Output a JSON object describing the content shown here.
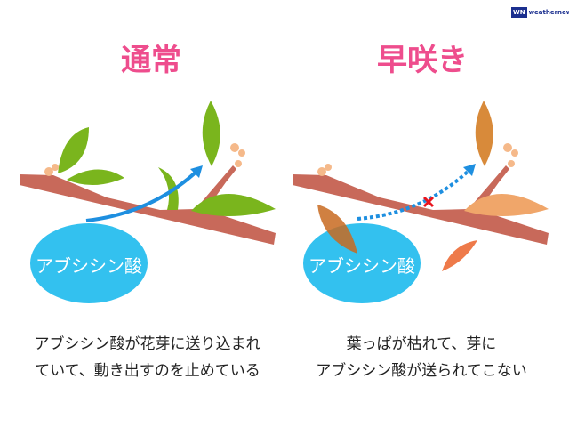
{
  "logo": {
    "mark": "WN",
    "text": "weathernews"
  },
  "panels": [
    {
      "title": "通常",
      "bubble": "アブシシン酸",
      "caption_lines": [
        "アブシシン酸が花芽に送り込まれ",
        "ていて、動き出すのを止めている"
      ]
    },
    {
      "title": "早咲き",
      "bubble": "アブシシン酸",
      "caption_lines": [
        "葉っぱが枯れて、芽に",
        "アブシシン酸が送られてこない"
      ]
    }
  ],
  "colors": {
    "title": "#ee4d8d",
    "branch": "#c8695a",
    "leaf_green": "#7ab51d",
    "leaf_dead": "#e0923a",
    "bubble": "#33c1ef",
    "arrow": "#1e8fe0",
    "cross": "#e8141e"
  }
}
